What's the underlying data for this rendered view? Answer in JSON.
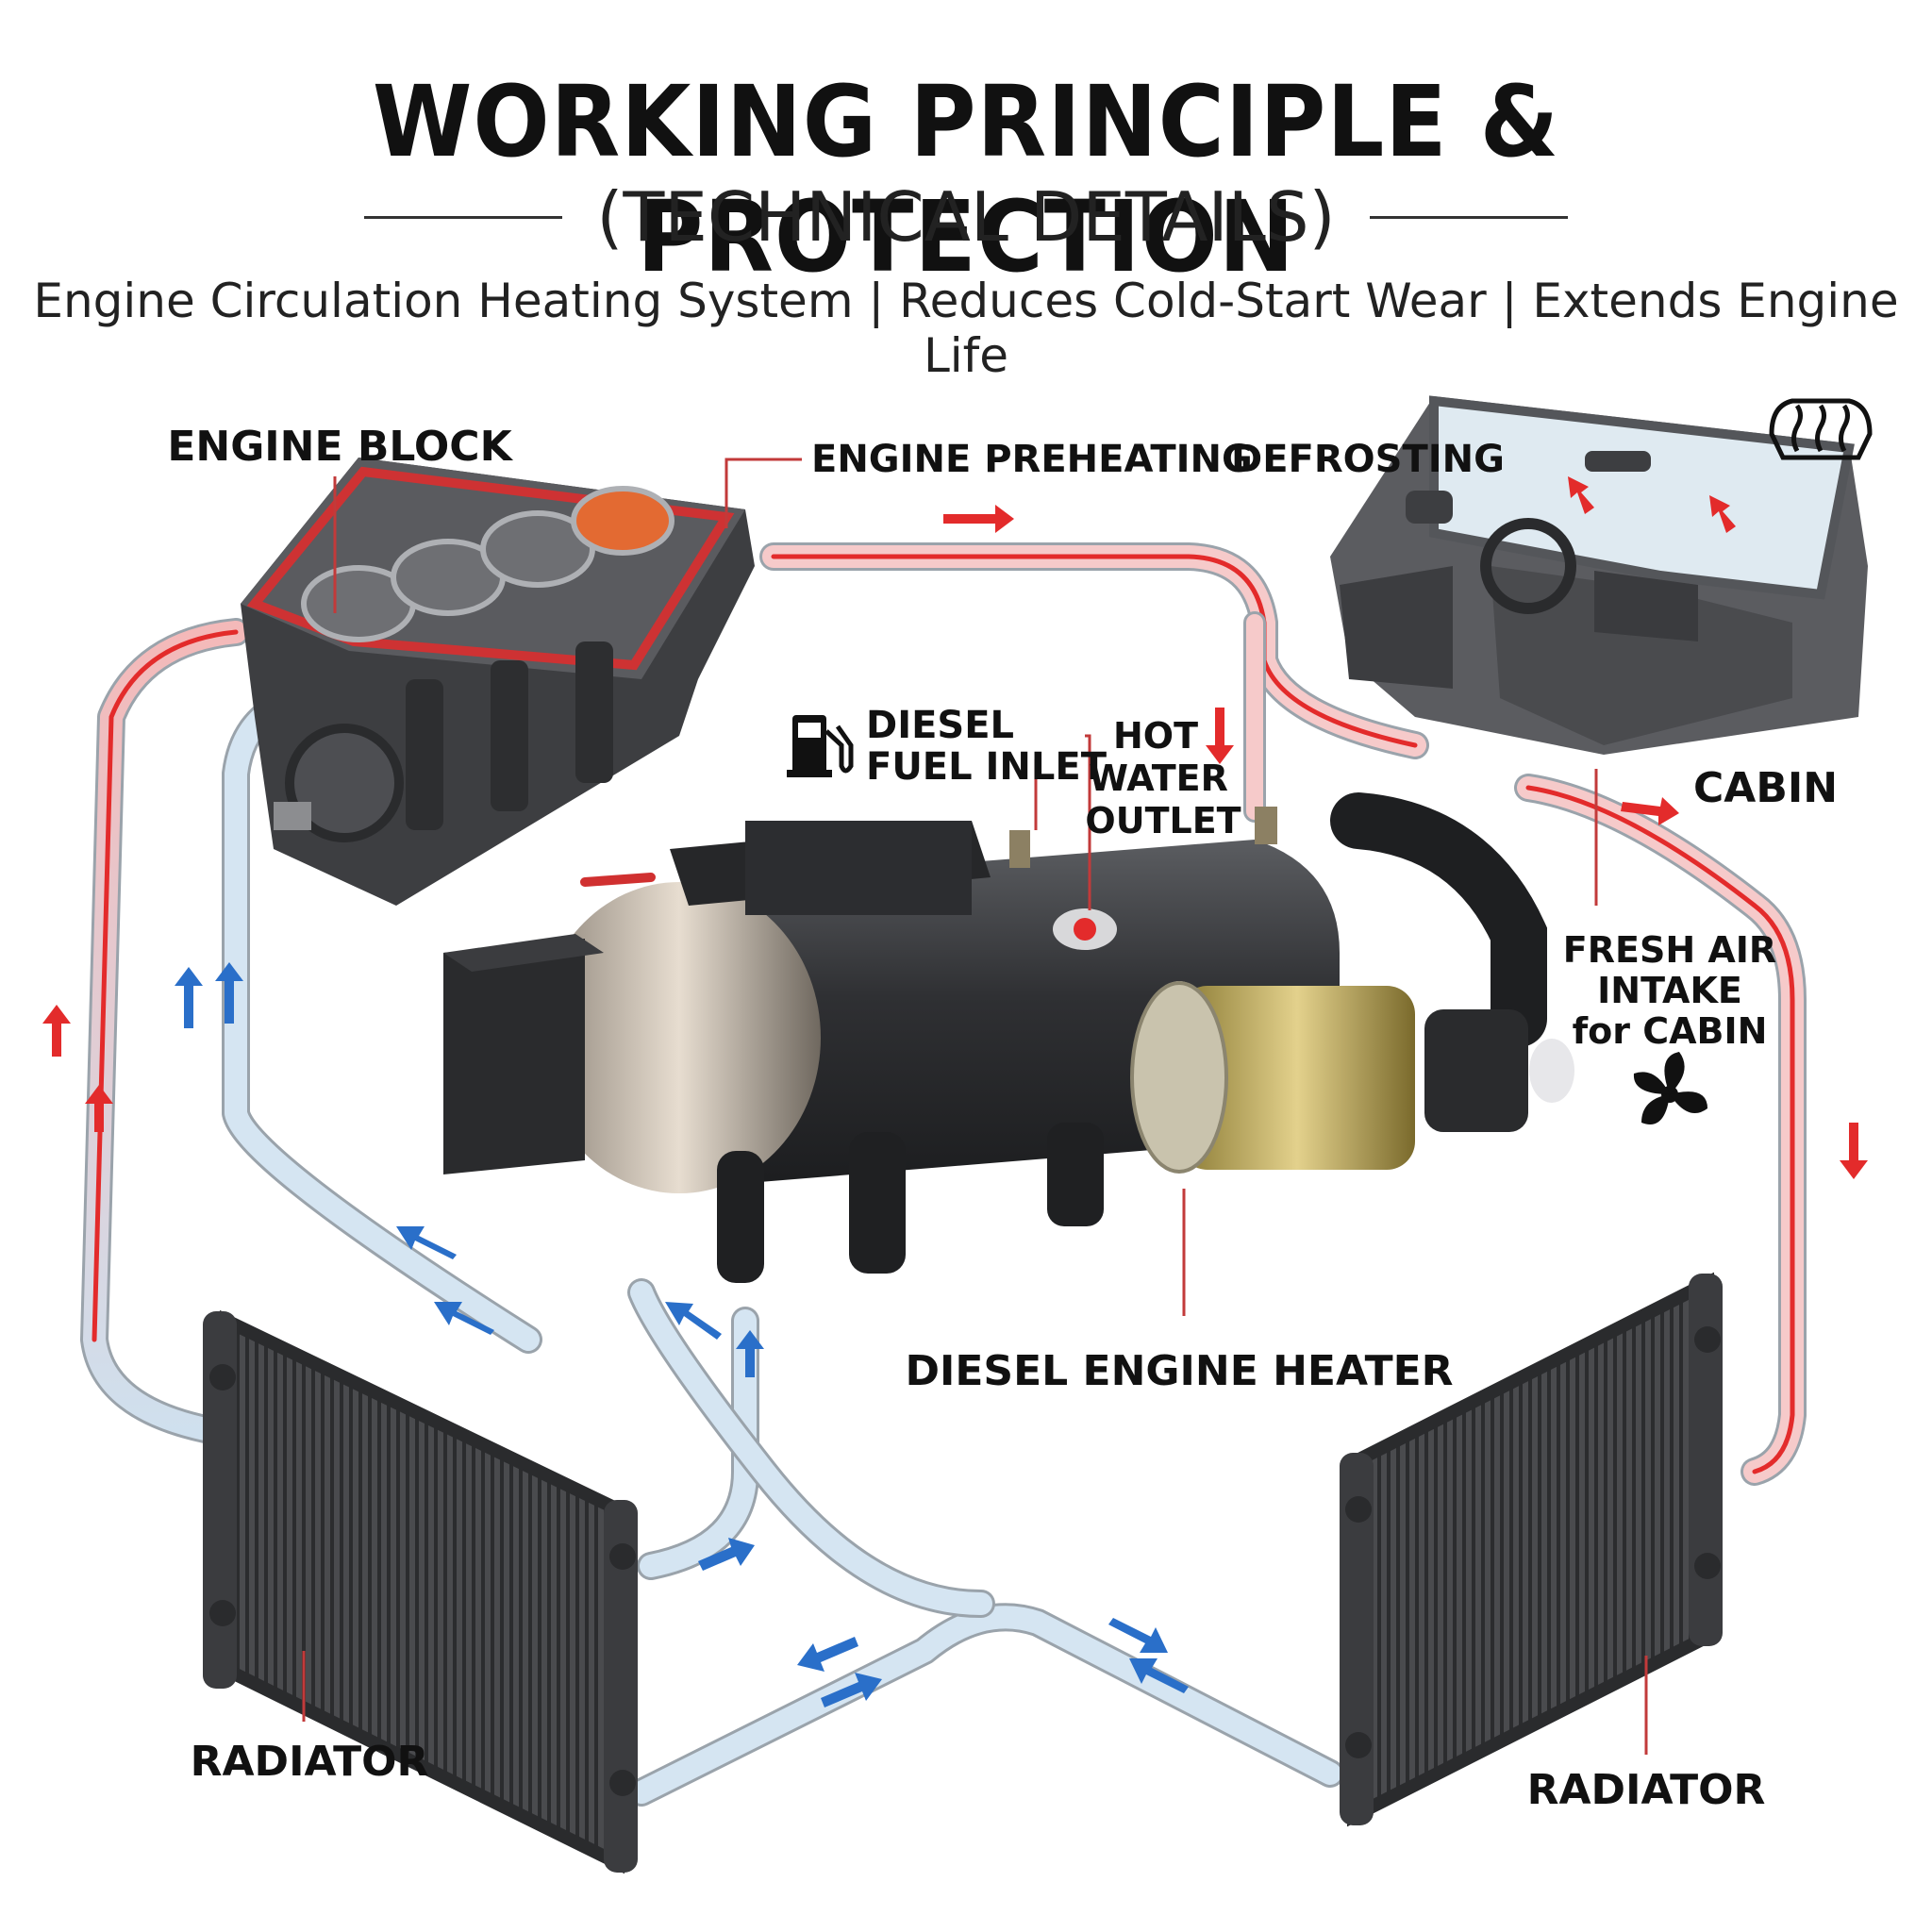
{
  "header": {
    "title": "WORKING PRINCIPLE & PROTECTION",
    "subtitle": "(TECHNICAL DETAILS)",
    "tagline": "Engine Circulation Heating System | Reduces Cold-Start Wear | Extends Engine Life"
  },
  "labels": {
    "engine_block": "ENGINE BLOCK",
    "engine_preheating": "ENGINE PREHEATING",
    "defrosting": "DEFROSTING",
    "diesel_fuel_inlet_line1": "DIESEL",
    "diesel_fuel_inlet_line2": "FUEL INLET",
    "hot_water_outlet_line1": "HOT",
    "hot_water_outlet_line2": "WATER",
    "hot_water_outlet_line3": "OUTLET",
    "cabin": "CABIN",
    "fresh_air_line1": "FRESH AIR",
    "fresh_air_line2": "INTAKE",
    "fresh_air_line3": "for CABIN",
    "diesel_engine_heater": "DIESEL ENGINE HEATER",
    "radiator_left": "RADIATOR",
    "radiator_right": "RADIATOR"
  },
  "colors": {
    "hot_flow": "#e32b2b",
    "cold_flow": "#2a6fc9",
    "pipe_cold": "#cfe0ee",
    "pipe_hot": "#f2b4b4",
    "metal_dark": "#3a3b3d",
    "brass": "#b9a24a"
  },
  "icons": [
    "fuel-pump-icon",
    "defrost-icon",
    "fan-icon"
  ]
}
